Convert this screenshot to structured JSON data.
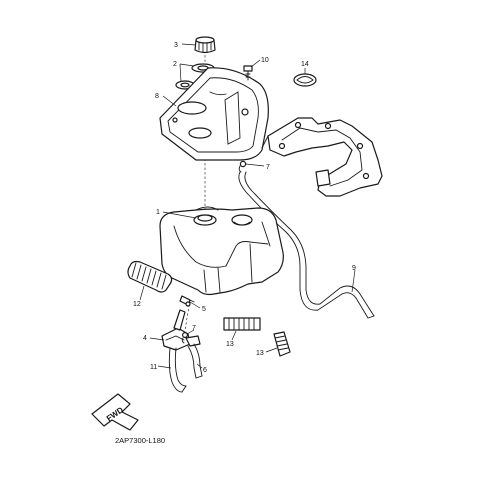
{
  "diagram": {
    "callouts": {
      "c1": "1",
      "c2": "2",
      "c3": "3",
      "c4": "4",
      "c5": "5",
      "c6": "6",
      "c7a": "7",
      "c7b": "7",
      "c8": "8",
      "c9": "9",
      "c10": "10",
      "c11": "11",
      "c12": "12",
      "c13a": "13",
      "c13b": "13",
      "c14": "14"
    },
    "fwd_label": "FWD",
    "drawing_number": "2AP7300-L180"
  }
}
